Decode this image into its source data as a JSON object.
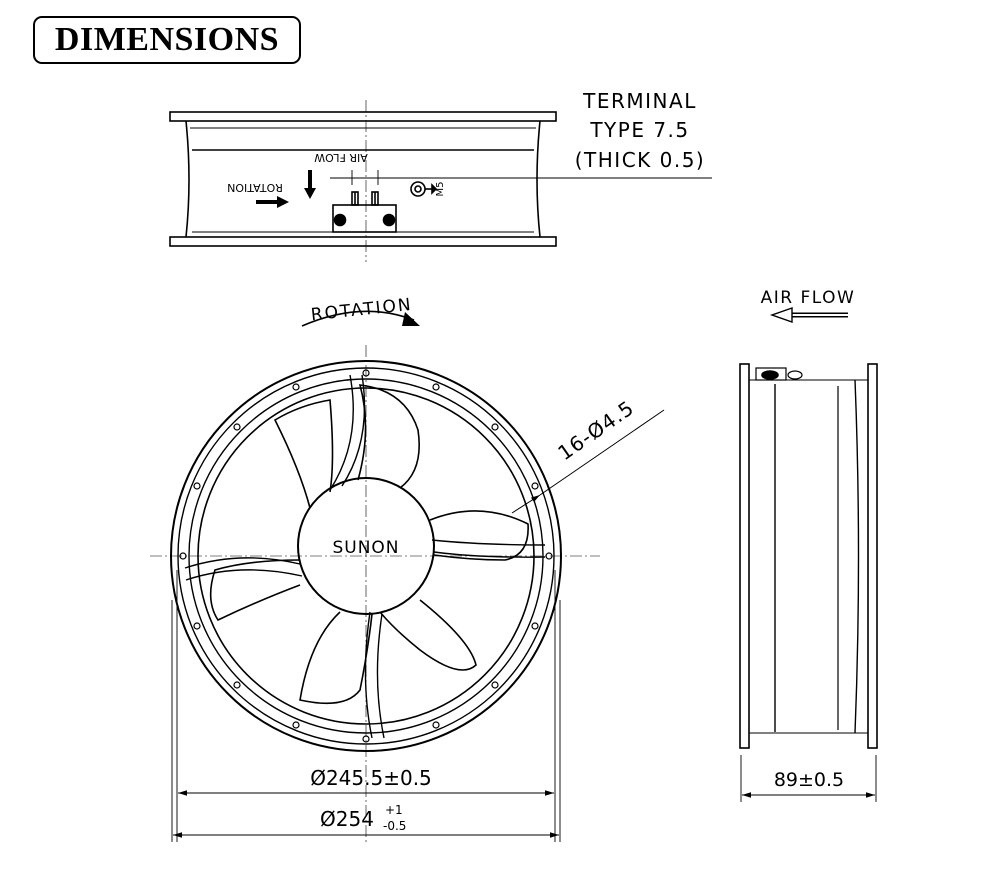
{
  "title": "DIMENSIONS",
  "top_view": {
    "terminal_line1": "TERMINAL",
    "terminal_line2": "TYPE 7.5",
    "terminal_line3": "(THICK 0.5)",
    "air_flow": "AIR FLOW",
    "rotation": "ROTATION",
    "screw": "M5"
  },
  "front_view": {
    "rotation": "ROTATION",
    "holes": "16-Ø4.5",
    "brand": "SUNON",
    "dim_inner": "Ø245.5±0.5",
    "dim_outer_base": "Ø254",
    "dim_outer_tol_plus": "+1",
    "dim_outer_tol_minus": "-0.5"
  },
  "side_view": {
    "air_flow": "AIR FLOW",
    "depth": "89±0.5"
  }
}
